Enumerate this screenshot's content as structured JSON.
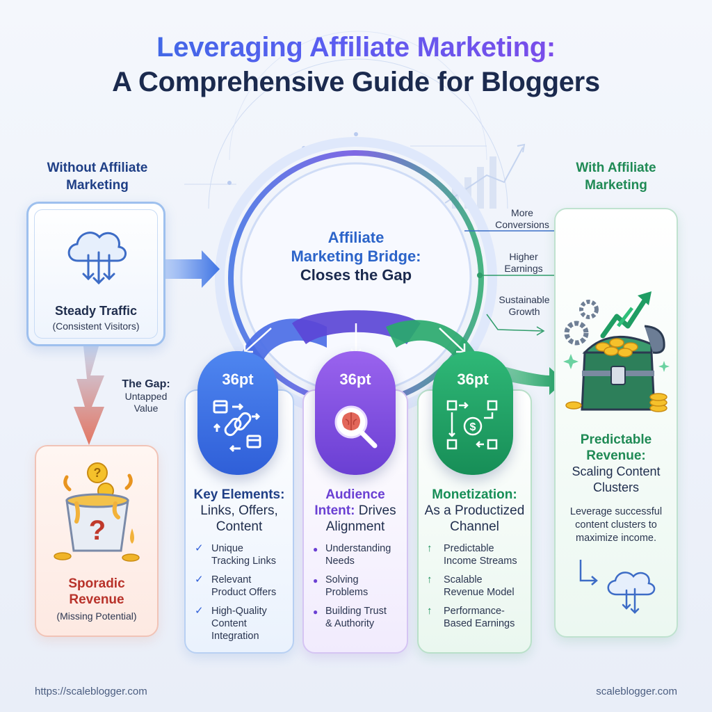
{
  "title": {
    "line1": "Leveraging Affiliate Marketing:",
    "line2": "A Comprehensive Guide for Bloggers"
  },
  "left": {
    "heading_line1": "Without Affiliate",
    "heading_line2": "Marketing",
    "traffic_title": "Steady Traffic",
    "traffic_sub": "(Consistent Visitors)",
    "gap_title": "The Gap:",
    "gap_sub_line1": "Untapped",
    "gap_sub_line2": "Value",
    "sporadic_line1": "Sporadic",
    "sporadic_line2": "Revenue",
    "sporadic_sub": "(Missing Potential)"
  },
  "bridge": {
    "line1": "Affiliate",
    "line2": "Marketing Bridge:",
    "line3": "Closes the Gap"
  },
  "right": {
    "heading_line1": "With Affiliate",
    "heading_line2": "Marketing",
    "label_more_1": "More",
    "label_more_2": "Conversions",
    "label_higher_1": "Higher",
    "label_higher_2": "Earnings",
    "label_sust_1": "Sustainable",
    "label_sust_2": "Growth",
    "pred_line1": "Predictable",
    "pred_line2": "Revenue:",
    "pred_sub_line1": "Scaling Content",
    "pred_sub_line2": "Clusters",
    "body_line1": "Leverage successful",
    "body_line2": "content clusters to",
    "body_line3": "maximize income."
  },
  "columns": [
    {
      "badge": "36pt",
      "title_bold": "Key Elements:",
      "title_line2": "Links, Offers,",
      "title_line3": "Content",
      "items": [
        [
          "Unique",
          "Tracking Links"
        ],
        [
          "Relevant",
          "Product Offers"
        ],
        [
          "High-Quality",
          "Content",
          "Integration"
        ]
      ]
    },
    {
      "badge": "36pt",
      "title_bold": "Audience",
      "title_bold2": "Intent:",
      "title_rest": "Drives",
      "title_line3": "Alignment",
      "items": [
        [
          "Understanding",
          "Needs"
        ],
        [
          "Solving",
          "Problems"
        ],
        [
          "Building Trust",
          "& Authority"
        ]
      ]
    },
    {
      "badge": "36pt",
      "title_bold": "Monetization:",
      "title_line2": "As a Productized",
      "title_line3": "Channel",
      "items": [
        [
          "Predictable",
          "Income Streams"
        ],
        [
          "Scalable",
          "Revenue Model"
        ],
        [
          "Performance-",
          "Based Earnings"
        ]
      ]
    }
  ],
  "footer": {
    "left_url": "https://scaleblogger.com",
    "right_url": "scaleblogger.com"
  },
  "colors": {
    "blue": "#2f5fd8",
    "purple": "#6a3fd3",
    "green": "#178e57",
    "red": "#b8322a",
    "navy": "#1b2a4e"
  }
}
